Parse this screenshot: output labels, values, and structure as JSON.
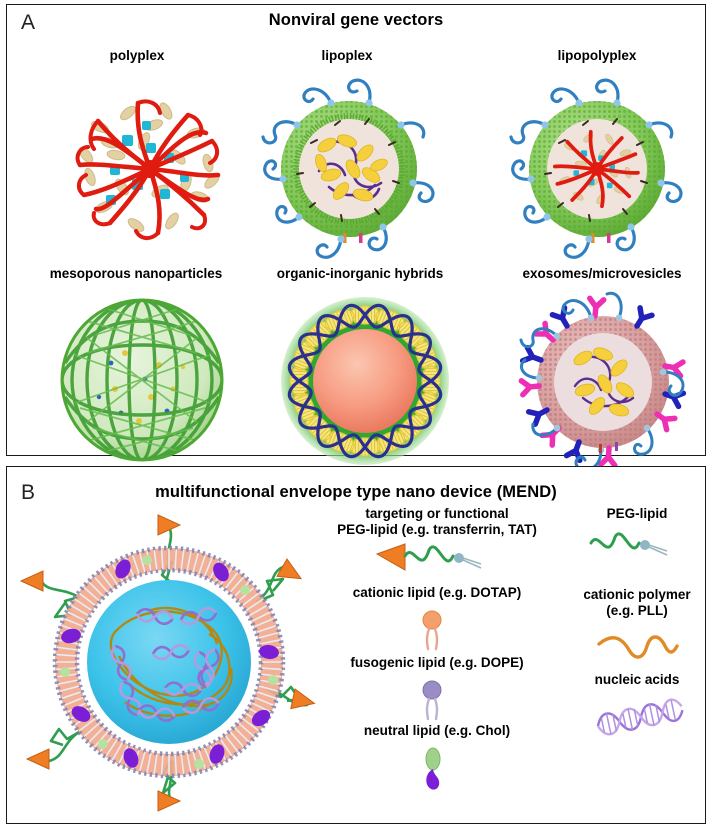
{
  "figure": {
    "panels": [
      {
        "letter": "A",
        "title": "Nonviral gene vectors",
        "cells": [
          {
            "label": "polyplex",
            "icon": "polyplex-illustration"
          },
          {
            "label": "lipoplex",
            "icon": "lipoplex-illustration"
          },
          {
            "label": "lipopolyplex",
            "icon": "lipopolyplex-illustration"
          },
          {
            "label": "mesoporous nanoparticles",
            "icon": "mesoporous-nanoparticle-illustration"
          },
          {
            "label": "organic-inorganic hybrids",
            "icon": "organic-inorganic-hybrid-illustration"
          },
          {
            "label": "exosomes/microvesicles",
            "icon": "exosome-microvesicle-illustration"
          }
        ]
      },
      {
        "letter": "B",
        "title": "multifunctional envelope type nano device (MEND)",
        "diagram_icon": "mend-particle-illustration",
        "legend": {
          "column_left": [
            {
              "label": "targeting or functional\nPEG-lipid (e.g. transferrin, TAT)",
              "line1": "targeting or functional",
              "line2": "PEG-lipid (e.g. transferrin, TAT)",
              "icon": "targeting-peg-lipid-icon"
            },
            {
              "label": "cationic lipid (e.g. DOTAP)",
              "line1": "cationic lipid (e.g. DOTAP)",
              "line2": "",
              "icon": "cationic-lipid-icon"
            },
            {
              "label": "fusogenic lipid (e.g. DOPE)",
              "line1": "fusogenic lipid (e.g. DOPE)",
              "line2": "",
              "icon": "fusogenic-lipid-icon"
            },
            {
              "label": "neutral lipid (e.g. Chol)",
              "line1": "neutral lipid (e.g. Chol)",
              "line2": "",
              "icon": "neutral-lipid-icon"
            }
          ],
          "column_right": [
            {
              "label": "PEG-lipid",
              "line1": "PEG-lipid",
              "line2": "",
              "icon": "peg-lipid-icon"
            },
            {
              "label": "cationic polymer\n(e.g. PLL)",
              "line1": "cationic polymer",
              "line2": "(e.g. PLL)",
              "icon": "cationic-polymer-icon"
            },
            {
              "label": "nucleic acids",
              "line1": "nucleic acids",
              "line2": "",
              "icon": "nucleic-acids-icon"
            }
          ]
        }
      }
    ]
  },
  "colors": {
    "border": "#1a1a1a",
    "text": "#000000",
    "lipid_green": "#78c850",
    "lipid_green_dark": "#4a9c2c",
    "peg_blue": "#2f7fc1",
    "polymer_red": "#e01b10",
    "polyplex_tan": "#e2cfa0",
    "polyplex_cyan": "#22b6d6",
    "vesicle_interior": "#efe3dc",
    "dna_yellow": "#f5cf3c",
    "dna_purple": "#5b2d8e",
    "exosome_pink": "#d9a0a0",
    "antibody_magenta": "#ee2fb4",
    "antibody_blue": "#2222bb",
    "hybrid_core": "#f4947f",
    "mend_core": "#3dc3ea",
    "mend_peg_green": "#2f9e4f",
    "mend_triangle_orange": "#ef7d23",
    "mend_lipid_salmon": "#f2a98e",
    "mend_lipid_purple": "#7b1fd6",
    "cationic_lipid_peach": "#f4a06a",
    "fusogenic_lipid_purple": "#9a8cc4",
    "neutral_lipid_green": "#9fd18a",
    "cationic_polymer_orange": "#e08b28",
    "nucleic_acid_purple": "#b08fe0"
  }
}
